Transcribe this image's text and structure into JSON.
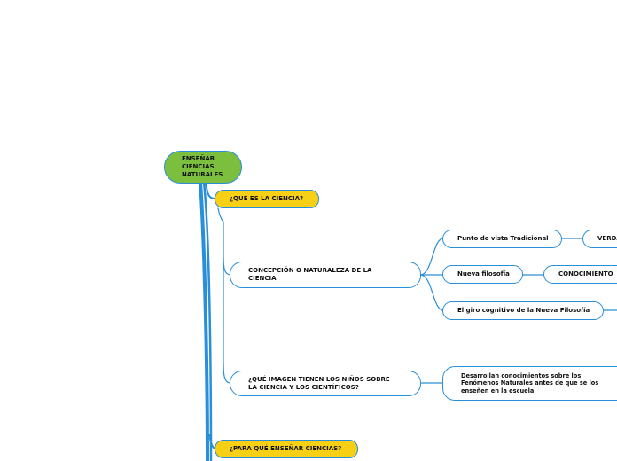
{
  "colors": {
    "connector": "#2a8fd8",
    "root_fill": "#7cbf3f",
    "topic_fill": "#f7cf14",
    "node_fill": "#ffffff"
  },
  "nodes": {
    "root": "ENSEÑAR CIENCIAS NATURALES",
    "que_es": "¿QUÉ ES LA CIENCIA?",
    "concepcion": "CONCEPCIÓN O NATURALEZA DE LA CIENCIA",
    "imagen": "¿QUÉ IMAGEN TIENEN LOS NIÑOS SOBRE LA CIENCIA Y LOS CIENTÍFICOS?",
    "tradicional": "Punto de vista Tradicional",
    "verdad": "VERDAD",
    "nueva_filosofia": "Nueva filosofía",
    "conocimiento": "CONOCIMIENTO",
    "giro": "El giro cognitivo de la Nueva Filosofía",
    "desarrollan": "Desarrollan conocimientos sobre los Fenómenos Naturales antes de que se los enseñen en la escuela",
    "para_que": "¿PARA QUÉ ENSEÑAR CIENCIAS?"
  }
}
